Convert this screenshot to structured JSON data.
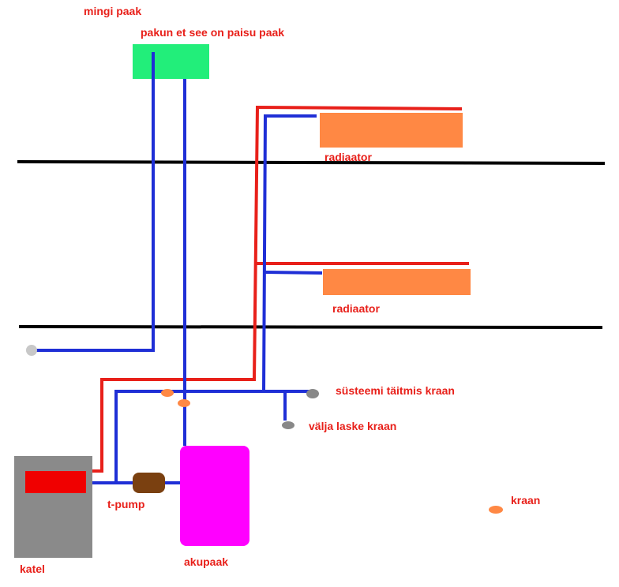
{
  "colors": {
    "supply_pipe": "#e8201a",
    "return_pipe": "#1f2fd6",
    "floor_line": "#000000",
    "expansion_tank": "#22ee7a",
    "radiator": "#ff8844",
    "boiler_body": "#8a8a8a",
    "boiler_burner": "#f00000",
    "accumulator": "#ff00ff",
    "pump": "#7a4010",
    "valve_orange": "#ff8844",
    "valve_gray": "#888888",
    "valve_light": "#c8c8c8",
    "label_text": "#e8201a"
  },
  "labels": {
    "mingi_paak": "mingi paak",
    "expansion_tank": "pakun et see on paisu paak",
    "radiator_upper": "radiaator",
    "radiator_lower": "radiaator",
    "fill_valve": "süsteemi täitmis kraan",
    "drain_valve": "välja laske kraan",
    "circulation_pump": "t-pump",
    "valve_legend": "kraan",
    "boiler": "katel",
    "accumulator_tank": "akupaak"
  }
}
